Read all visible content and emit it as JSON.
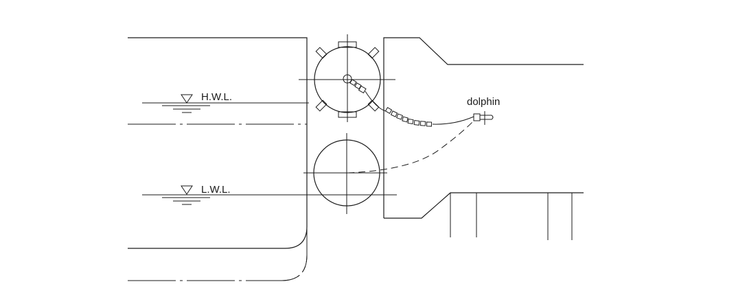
{
  "labels": {
    "hwl": "H.W.L.",
    "lwl": "L.W.L.",
    "dolphin": "dolphin"
  }
}
